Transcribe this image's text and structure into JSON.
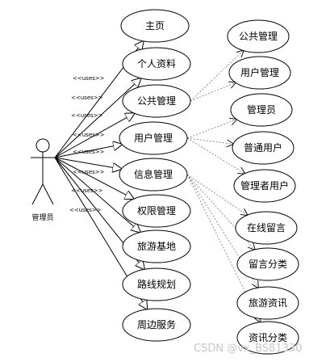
{
  "actor": {
    "label": "管理员"
  },
  "uses_label": "<<uses>>",
  "uses_cases": [
    {
      "id": "home",
      "label": "主页"
    },
    {
      "id": "profile",
      "label": "个人资料"
    },
    {
      "id": "public",
      "label": "公共管理"
    },
    {
      "id": "user",
      "label": "用户管理"
    },
    {
      "id": "info",
      "label": "信息管理"
    },
    {
      "id": "perm",
      "label": "权限管理"
    },
    {
      "id": "tour",
      "label": "旅游基地"
    },
    {
      "id": "route",
      "label": "路线规划"
    },
    {
      "id": "around",
      "label": "周边服务"
    }
  ],
  "sub_cases": [
    {
      "id": "pub-mgmt",
      "label": "公共管理",
      "parent": "public"
    },
    {
      "id": "user-mgmt",
      "label": "用户管理",
      "parent": "public"
    },
    {
      "id": "admin",
      "label": "管理员",
      "parent": "user"
    },
    {
      "id": "normal-user",
      "label": "普通用户",
      "parent": "user"
    },
    {
      "id": "manager-user",
      "label": "管理者用户",
      "parent": "user"
    },
    {
      "id": "online-msg",
      "label": "在线留言",
      "parent": "info"
    },
    {
      "id": "msg-cat",
      "label": "留言分类",
      "parent": "info"
    },
    {
      "id": "tour-news",
      "label": "旅游资讯",
      "parent": "info"
    },
    {
      "id": "news-cat",
      "label": "资讯分类",
      "parent": "info"
    }
  ],
  "watermark": "CSDN @vx_BS81330"
}
